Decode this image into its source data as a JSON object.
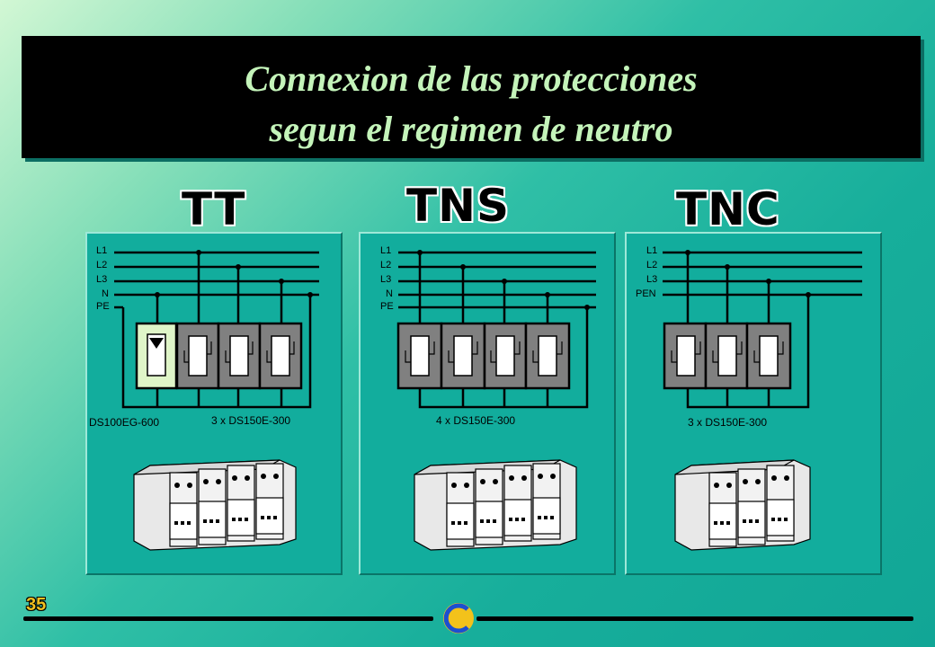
{
  "title": {
    "line1": "Connexion de las protecciones",
    "line2": "segun  el regimen de neutro"
  },
  "panels": [
    {
      "system": "TT",
      "wires": [
        "L1",
        "L2",
        "L3",
        "N",
        "PE"
      ],
      "caption_left": "DS100EG-600",
      "caption_right": "3 x DS150E-300"
    },
    {
      "system": "TNS",
      "wires": [
        "L1",
        "L2",
        "L3",
        "N",
        "PE"
      ],
      "caption_left": "",
      "caption_right": "4 x DS150E-300"
    },
    {
      "system": "TNC",
      "wires": [
        "L1",
        "L2",
        "L3",
        "PEN"
      ],
      "caption_left": "",
      "caption_right": "3 x DS150E-300"
    }
  ],
  "footer": {
    "page_number": "35",
    "logo_icon": "company-logo-icon"
  },
  "colors": {
    "title_text": "#c4f4ba",
    "panel_bg": "#12ad9d",
    "module_fill": "#808080",
    "spark_gap_fill": "#dff5c8",
    "page_number": "#f0c020"
  }
}
